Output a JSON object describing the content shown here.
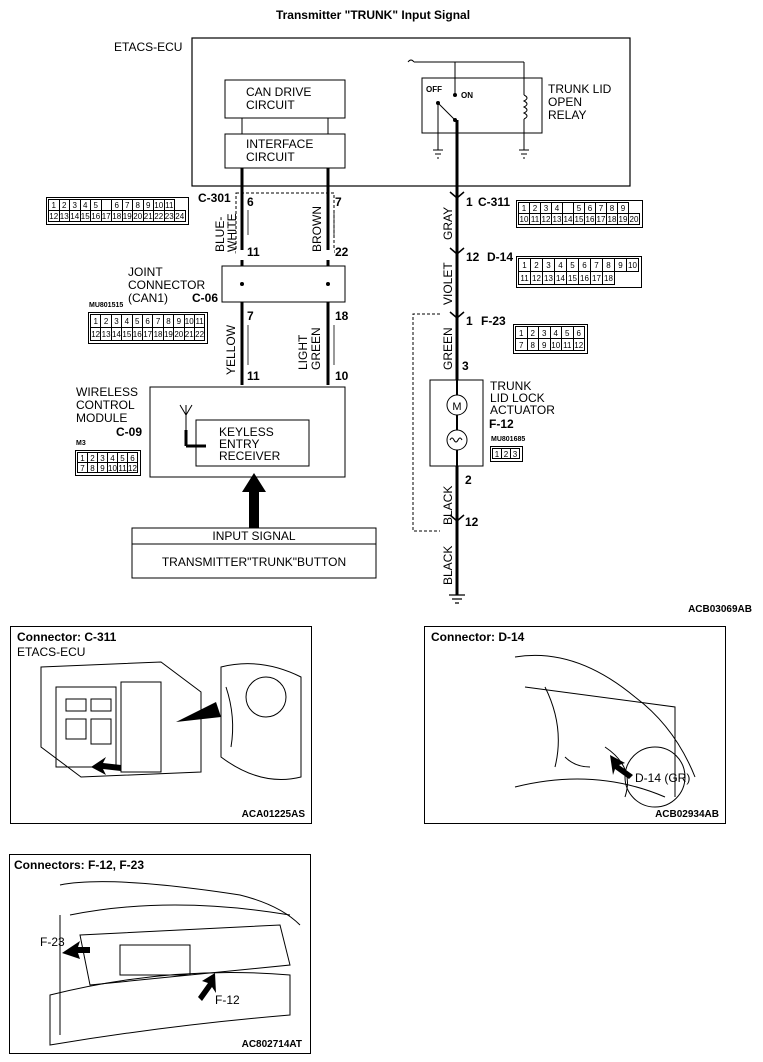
{
  "title": "Transmitter \"TRUNK\" Input Signal",
  "ecu": {
    "label": "ETACS-ECU",
    "can_drive": [
      "CAN DRIVE",
      "CIRCUIT"
    ],
    "interface": [
      "INTERFACE",
      "CIRCUIT"
    ],
    "relay": [
      "TRUNK LID",
      "OPEN",
      "RELAY"
    ],
    "relay_off": "OFF",
    "relay_on": "ON"
  },
  "connectors": {
    "c301": {
      "name": "C-301",
      "row1": [
        "1",
        "2",
        "3",
        "4",
        "5",
        "",
        "6",
        "7",
        "8",
        "9",
        "10",
        "11"
      ],
      "row2": [
        "12",
        "13",
        "14",
        "15",
        "16",
        "17",
        "18",
        "19",
        "20",
        "21",
        "22",
        "23",
        "24"
      ]
    },
    "c311": {
      "name": "C-311",
      "row1": [
        "1",
        "2",
        "3",
        "4",
        "",
        "5",
        "6",
        "7",
        "8",
        "9"
      ],
      "row2": [
        "10",
        "11",
        "12",
        "13",
        "14",
        "15",
        "16",
        "17",
        "18",
        "19",
        "20"
      ]
    },
    "d14": {
      "name": "D-14",
      "row1": [
        "1",
        "2",
        "3",
        "4",
        "5",
        "6",
        "7",
        "8",
        "9",
        "10"
      ],
      "row2": [
        "11",
        "12",
        "13",
        "14",
        "15",
        "16",
        "17",
        "18"
      ]
    },
    "c06": {
      "name": "C-06",
      "code": "MU801515",
      "row1": [
        "1",
        "2",
        "3",
        "4",
        "5",
        "6",
        "7",
        "8",
        "9",
        "10",
        "11"
      ],
      "row2": [
        "12",
        "13",
        "14",
        "15",
        "16",
        "17",
        "18",
        "19",
        "20",
        "21",
        "22"
      ]
    },
    "f23": {
      "name": "F-23",
      "row1": [
        "1",
        "2",
        "3",
        "4",
        "5",
        "6"
      ],
      "row2": [
        "7",
        "8",
        "9",
        "10",
        "11",
        "12"
      ]
    },
    "c09": {
      "name": "C-09",
      "code": "M3",
      "row1": [
        "1",
        "2",
        "3",
        "4",
        "5",
        "6"
      ],
      "row2": [
        "7",
        "8",
        "9",
        "10",
        "11",
        "12"
      ]
    },
    "f12": {
      "name": "F-12",
      "code": "MU801685",
      "row1": [
        "1",
        "2",
        "3"
      ]
    }
  },
  "wires": {
    "blue_white": [
      "BLUE-",
      "WHITE"
    ],
    "brown": "BROWN",
    "gray": "GRAY",
    "violet": "VIOLET",
    "green": "GREEN",
    "yellow": "YELLOW",
    "light_green": [
      "LIGHT",
      "GREEN"
    ],
    "black": "BLACK",
    "black2": "BLACK"
  },
  "pins": {
    "p6": "6",
    "p7": "7",
    "p11": "11",
    "p22": "22",
    "p7b": "7",
    "p18": "18",
    "p11b": "11",
    "p10": "10",
    "p1": "1",
    "p12": "12",
    "p1b": "1",
    "p3": "3",
    "p2": "2",
    "p12b": "12"
  },
  "joint": [
    "JOINT",
    "CONNECTOR",
    "(CAN1)"
  ],
  "wcm": [
    "WIRELESS",
    "CONTROL",
    "MODULE"
  ],
  "keyless": [
    "KEYLESS",
    "ENTRY",
    "RECEIVER"
  ],
  "actuator": [
    "TRUNK",
    "LID LOCK",
    "ACTUATOR"
  ],
  "input_signal": "INPUT SIGNAL",
  "button": "TRANSMITTER\"TRUNK\"BUTTON",
  "diagram_code": "ACB03069AB",
  "panel1": {
    "title": "Connector: C-311",
    "sub": "ETACS-ECU",
    "code": "ACA01225AS"
  },
  "panel2": {
    "title": "Connector: D-14",
    "callout": "D-14 (GR)",
    "code": "ACB02934AB"
  },
  "panel3": {
    "title": "Connectors: F-12, F-23",
    "f23": "F-23",
    "f12": "F-12",
    "code": "AC802714AT"
  }
}
